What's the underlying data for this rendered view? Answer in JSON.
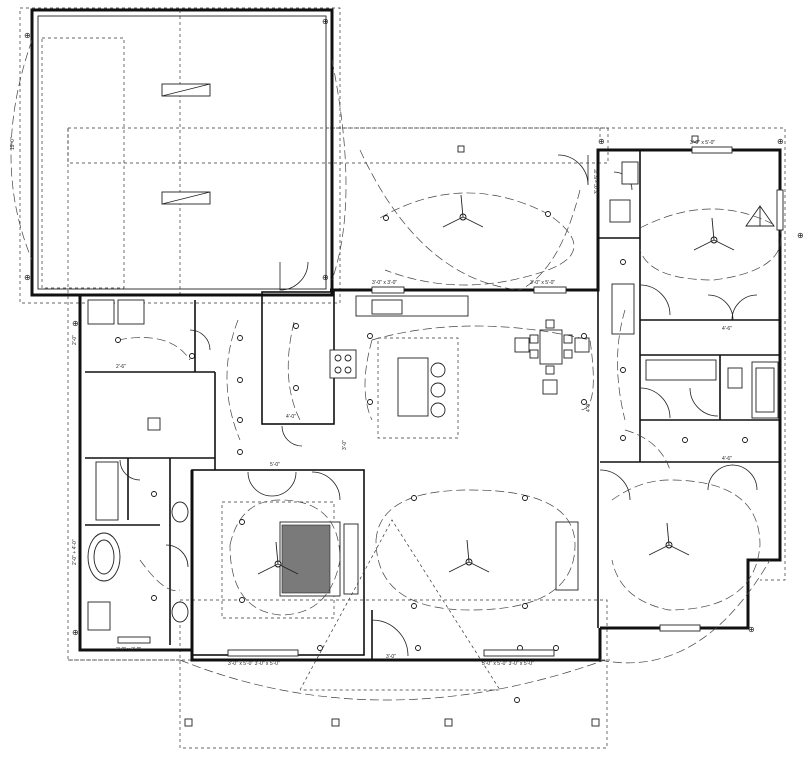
{
  "dimensions": {
    "garage_depth": "19'-0\"",
    "kitchen_window": "3'-0\" x 3'-0\"",
    "kitchen_window_right": "3'-0\" x 5'-0\"",
    "bed2_window_top": "3'-0\" x 5'-0\"",
    "bed2_window_side": "3'-0\" x 5'-0\"",
    "laundry_wall": "2'-0\"",
    "laundry_shelf": "2'-6\"",
    "master_bath_wall": "2'-0\" + 4'-0\"",
    "pantry_width": "4'-0\"",
    "hall_opening": "5'-0\"",
    "hall_offset": "3'-0\"",
    "living_wall": "4'-0\"",
    "closet_a": "4'-6\"",
    "closet_b": "4'-6\"",
    "master_bath_window": "3'-0\" x 3'-0\"",
    "master_bed_windows": "3'-0\" x 5'-0\" 3'-0\" x 5'-0\"",
    "front_door": "3'-0\"",
    "living_windows": "3'-0\" x 5'-0\" 3'-0\" x 5'-0\""
  }
}
